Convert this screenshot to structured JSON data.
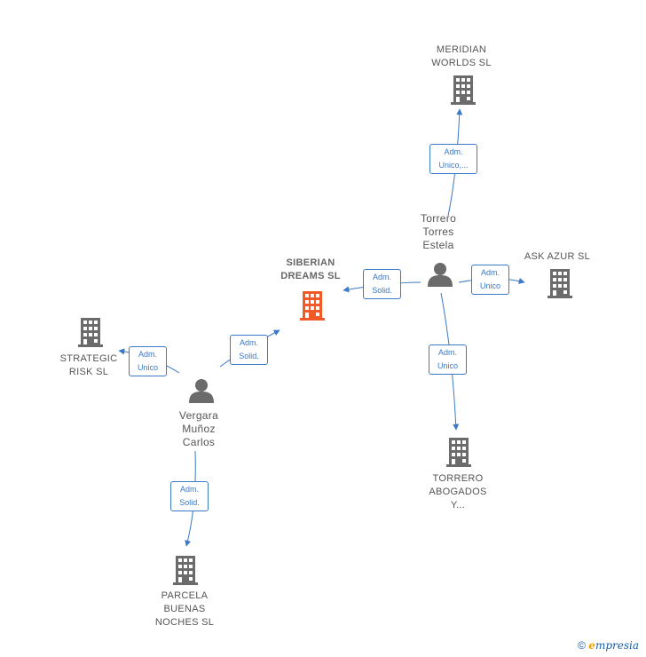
{
  "nodes": {
    "siberian": {
      "lines": [
        "SIBERIAN",
        "DREAMS SL"
      ],
      "color": "#f05a28"
    },
    "meridian": {
      "lines": [
        "MERIDIAN",
        "WORLDS SL"
      ]
    },
    "askazur": {
      "lines": [
        "ASK AZUR  SL"
      ]
    },
    "torrero_abogados": {
      "lines": [
        "TORRERO",
        "ABOGADOS",
        "Y..."
      ]
    },
    "strategic": {
      "lines": [
        "STRATEGIC",
        "RISK SL"
      ]
    },
    "parcela": {
      "lines": [
        "PARCELA",
        "BUENAS",
        "NOCHES  SL"
      ]
    },
    "torrero_person": {
      "lines": [
        "Torrero",
        "Torres",
        "Estela"
      ]
    },
    "vergara_person": {
      "lines": [
        "Vergara",
        "Muñoz",
        "Carlos"
      ]
    }
  },
  "edges": {
    "torrero_meridian": {
      "lines": [
        "Adm.",
        "Unico,..."
      ]
    },
    "torrero_siberian": {
      "lines": [
        "Adm.",
        "Solid."
      ]
    },
    "torrero_askazur": {
      "lines": [
        "Adm.",
        "Unico"
      ]
    },
    "torrero_abogados": {
      "lines": [
        "Adm.",
        "Unico"
      ]
    },
    "vergara_siberian": {
      "lines": [
        "Adm.",
        "Solid."
      ]
    },
    "vergara_strategic": {
      "lines": [
        "Adm.",
        "Unico"
      ]
    },
    "vergara_parcela": {
      "lines": [
        "Adm.",
        "Solid."
      ]
    }
  },
  "colors": {
    "edge": "#3a78c8",
    "company_icon": "#6b6b6b",
    "main_icon": "#f05a28",
    "person_icon": "#6b6b6b"
  },
  "footer": {
    "copyright": "©",
    "brand_e": "e",
    "brand_rest": "mpresia"
  }
}
